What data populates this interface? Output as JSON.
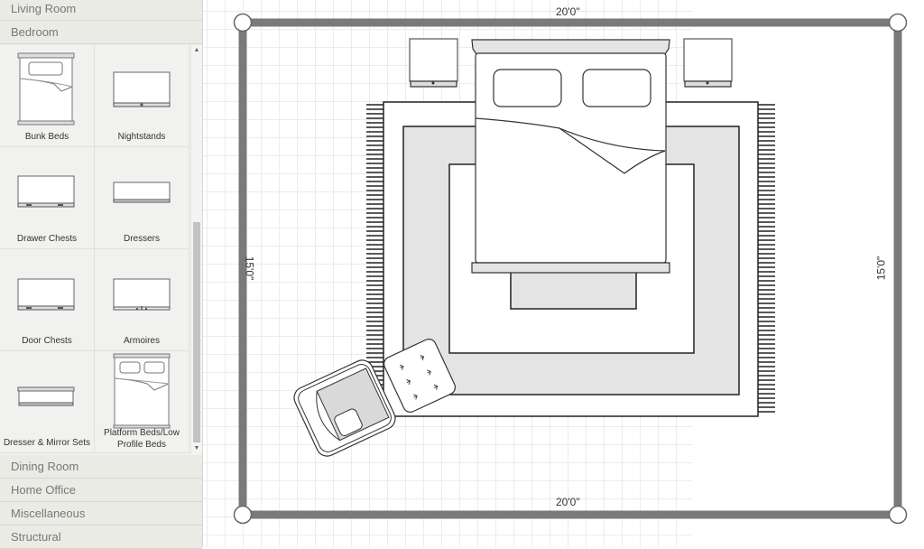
{
  "sidebar": {
    "categories_top": [
      {
        "label": "Living Room"
      },
      {
        "label": "Bedroom"
      }
    ],
    "items": [
      {
        "label": "Bunk Beds",
        "icon": "bed-icon"
      },
      {
        "label": "Nightstands",
        "icon": "nightstand-icon"
      },
      {
        "label": "Drawer Chests",
        "icon": "drawer-chest-icon"
      },
      {
        "label": "Dressers",
        "icon": "dresser-icon"
      },
      {
        "label": "Door Chests",
        "icon": "door-chest-icon"
      },
      {
        "label": "Armoires",
        "icon": "armoire-icon"
      },
      {
        "label": "Dresser & Mirror Sets",
        "icon": "dresser-mirror-icon"
      },
      {
        "label": "Platform Beds/Low Profile Beds",
        "icon": "platform-bed-icon"
      }
    ],
    "categories_bottom": [
      {
        "label": "Dining Room"
      },
      {
        "label": "Home Office"
      },
      {
        "label": "Miscellaneous"
      },
      {
        "label": "Structural"
      }
    ],
    "scroll_up": "▲",
    "scroll_down": "▼"
  },
  "canvas": {
    "room": {
      "top_dimension": "20'0\"",
      "bottom_dimension": "20'0\"",
      "left_dimension": "15'0\"",
      "right_dimension": "15'0\""
    },
    "colors": {
      "wall": "#7a7a7a",
      "rug_inner": "#e4e4e4",
      "grid_line": "#ececec"
    }
  }
}
